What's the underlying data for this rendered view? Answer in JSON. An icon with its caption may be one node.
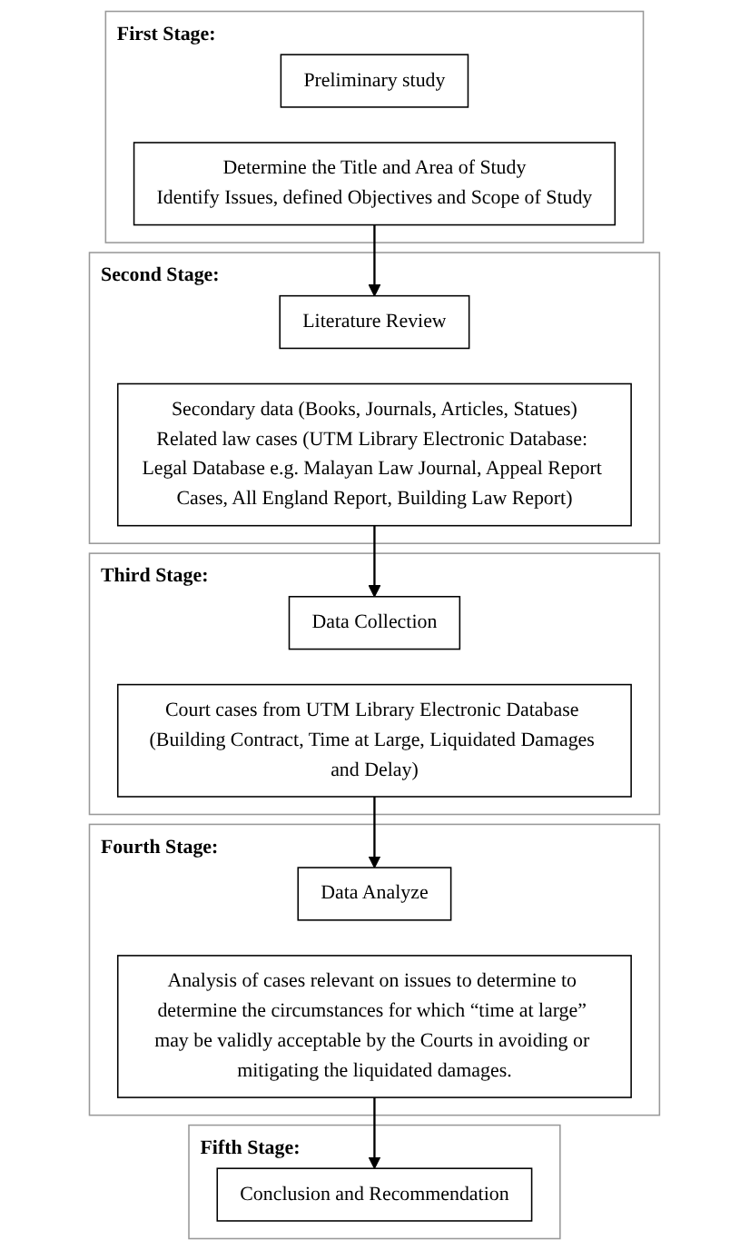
{
  "diagram": {
    "nodes": [
      {
        "text": [
          "First Stage:"
        ]
      },
      {
        "text": [
          "Preliminary study"
        ],
        "in": 0
      },
      {
        "text": [
          "Determine the Title and Area of Study",
          "Identify Issues, defined Objectives and Scope of Study"
        ],
        "in": 0
      },
      {
        "text": [
          "Second Stage:"
        ]
      },
      {
        "text": [
          "Literature Review"
        ],
        "in": 3
      },
      {
        "text": [
          "Secondary data (Books, Journals, Articles, Statues)",
          "Related law cases (UTM Library Electronic Database: Legal Database e.g. Malayan Law Journal, Appeal Report Cases, All England Report, Building Law Report)"
        ],
        "in": 3
      },
      {
        "text": [
          "Third Stage:"
        ]
      },
      {
        "text": [
          "Data Collection"
        ],
        "in": 6
      },
      {
        "text": [
          "Court cases from UTM Library Electronic Database (Building Contract, Time at Large, Liquidated Damages and Delay)"
        ],
        "in": 6
      },
      {
        "text": [
          "Fourth Stage:"
        ]
      },
      {
        "text": [
          "Data Analyze"
        ],
        "in": 9
      },
      {
        "text": [
          "Analysis of cases relevant on issues to determine to determine the circumstances for which “time at large” may be validly acceptable by the Courts in avoiding or mitigating the liquidated damages."
        ],
        "in": 9
      },
      {
        "text": [
          "Fifth Stage:"
        ]
      },
      {
        "text": [
          "Conclusion and Recommendation"
        ],
        "in": 12
      }
    ],
    "edges": [
      {
        "from": 2,
        "to": 4,
        "arrow": "to"
      },
      {
        "from": 5,
        "to": 7,
        "arrow": "to"
      },
      {
        "from": 8,
        "to": 10,
        "arrow": "to"
      },
      {
        "from": 11,
        "to": 13,
        "arrow": "to"
      }
    ]
  }
}
